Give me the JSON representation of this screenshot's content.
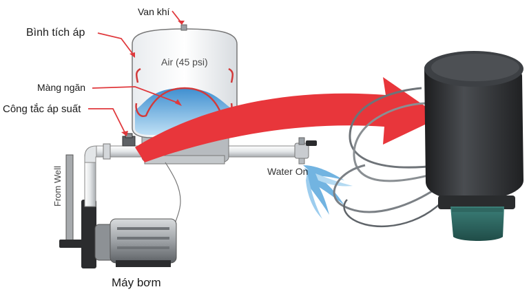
{
  "labels": {
    "air_valve": "Van khí",
    "pressure_tank": "Bình tích áp",
    "diaphragm": "Màng ngăn",
    "pressure_switch": "Công tắc áp suất",
    "air_pressure": "Air (45 psi)",
    "water_on": "Water On",
    "from_well": "From Well",
    "pump": "Máy bơm"
  },
  "colors": {
    "arrow_red": "#e8363b",
    "leader_red": "#e0383c",
    "water_blue": "#5aa7dc",
    "tank_outline": "#777777",
    "switch_body": "#2f3133"
  }
}
